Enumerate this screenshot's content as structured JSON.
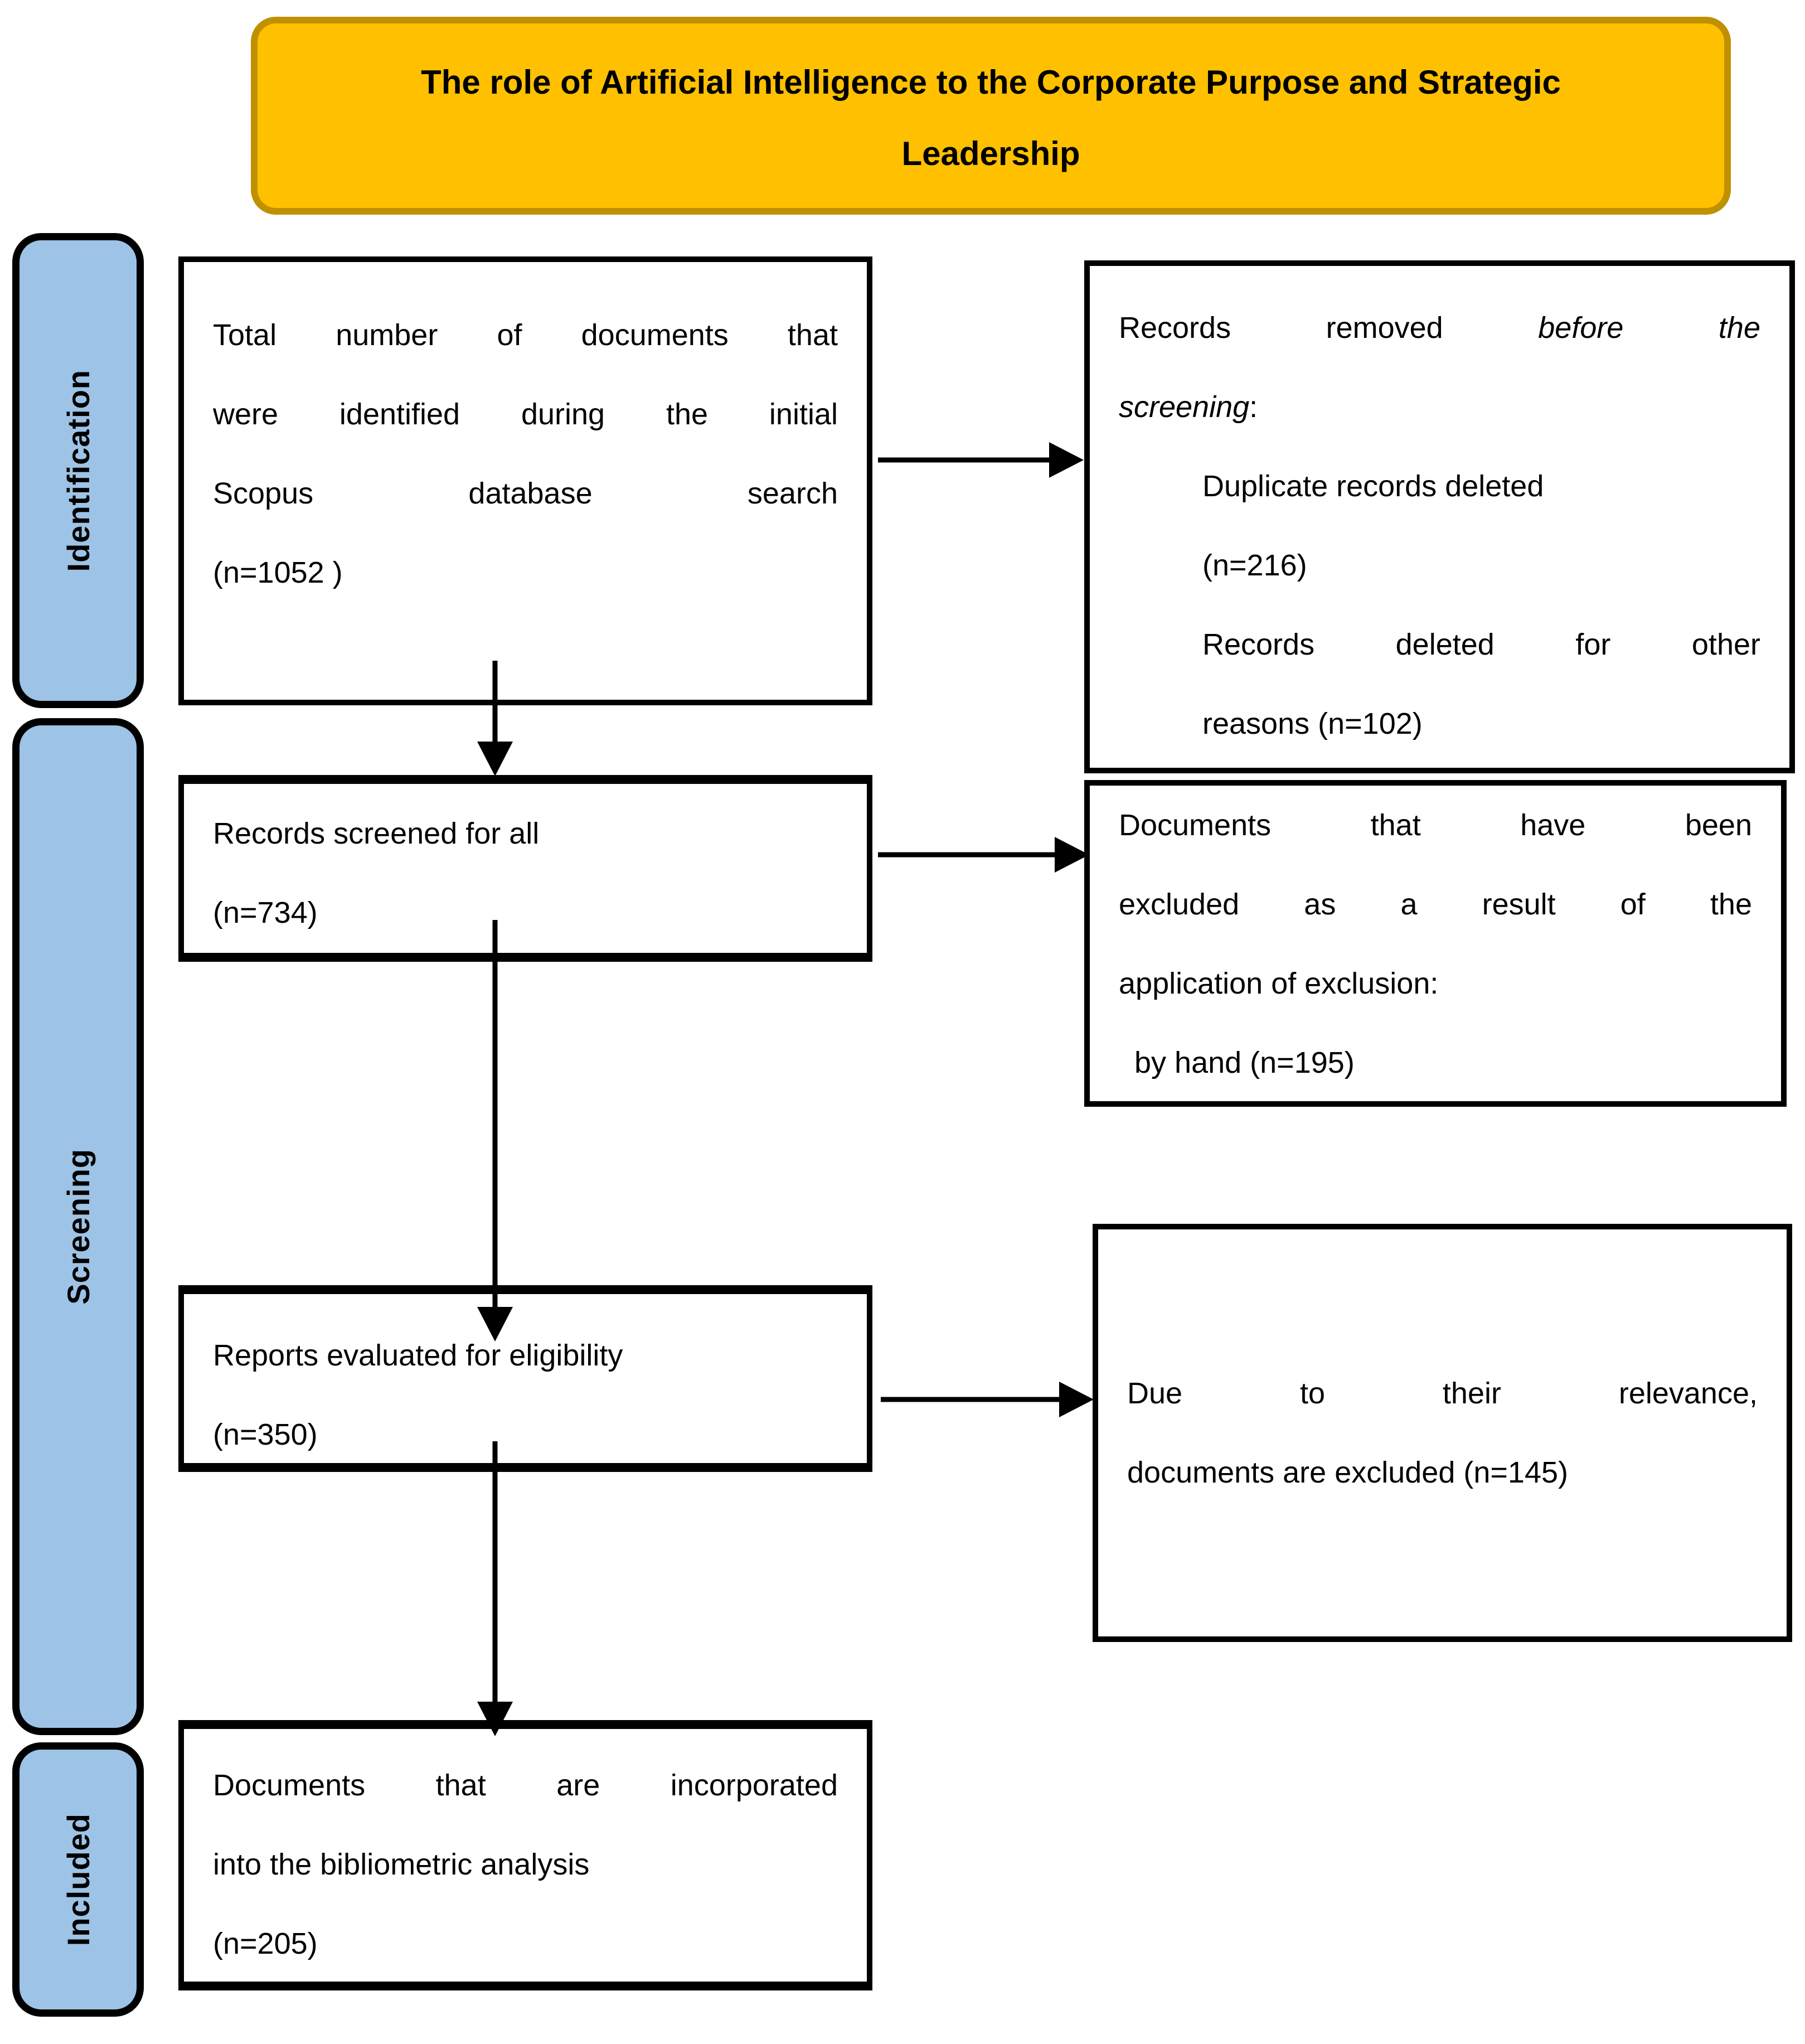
{
  "title": {
    "line1": "The role of Artificial Intelligence to the Corporate Purpose and Strategic",
    "line2": "Leadership"
  },
  "stages": [
    {
      "label": "Identification"
    },
    {
      "label": "Screening"
    },
    {
      "label": "Included"
    }
  ],
  "flow": {
    "box1": {
      "lines": [
        "Total number of documents that",
        "were identified during the initial",
        "Scopus database search",
        "(n=1052 )"
      ]
    },
    "box2": {
      "lines": [
        "Records screened for all",
        "(n=734)"
      ]
    },
    "box3": {
      "lines": [
        "Reports evaluated for eligibility",
        "(n=350)"
      ]
    },
    "box4": {
      "lines": [
        "Documents that are incorporated",
        "into the bibliometric analysis",
        "(n=205)"
      ]
    }
  },
  "exclusions": {
    "rbox1": {
      "line1_normal": "Records removed ",
      "line1_italic": "before the",
      "line2_italic": "screening",
      "line2_normal": ":",
      "items": [
        "Duplicate records deleted",
        "(n=216)",
        "Records deleted for other",
        "reasons (n=102)"
      ]
    },
    "rbox2": {
      "lines": [
        "Documents that have been",
        "excluded as a result of the",
        "application of exclusion:"
      ],
      "subline": "by hand (n=195)"
    },
    "rbox3": {
      "lines": [
        "Due to their relevance,",
        "documents are excluded (n=145)"
      ]
    }
  },
  "colors": {
    "title_fill": "#FFC000",
    "title_border": "#BF9000",
    "stage_fill": "#9DC3E6",
    "line": "#000000"
  }
}
